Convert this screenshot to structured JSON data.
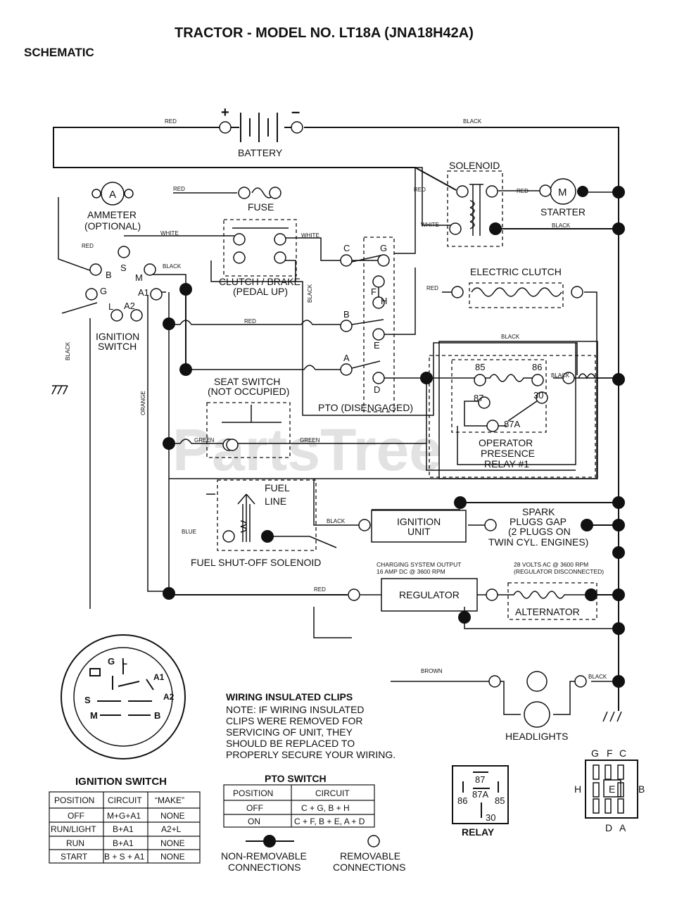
{
  "title": "TRACTOR - MODEL NO. LT18A (JNA18H42A)",
  "subtitle": "SCHEMATIC",
  "watermark": "PartsTree",
  "components": {
    "battery": "BATTERY",
    "battery_pos": "+",
    "battery_neg": "–",
    "fuse": "FUSE",
    "ammeter": "AMMETER",
    "ammeter_note": "(OPTIONAL)",
    "ammeter_symbol": "A",
    "solenoid": "SOLENOID",
    "starter": "STARTER",
    "starter_symbol": "M",
    "clutch_brake": "CLUTCH / BRAKE",
    "clutch_brake_note": "(PEDAL UP)",
    "electric_clutch": "ELECTRIC CLUTCH",
    "ignition_switch": "IGNITION",
    "ignition_switch_2": "SWITCH",
    "seat_switch": "SEAT SWITCH",
    "seat_switch_note": "(NOT OCCUPIED)",
    "pto": "PTO (DISENGAGED)",
    "relay_line1": "OPERATOR",
    "relay_line2": "PRESENCE",
    "relay_line3": "RELAY #1",
    "fuel_line1": "FUEL",
    "fuel_line2": "LINE",
    "fuel_solenoid": "FUEL SHUT-OFF SOLENOID",
    "ignition_unit_1": "IGNITION",
    "ignition_unit_2": "UNIT",
    "spark_1": "SPARK",
    "spark_2": "PLUGS GAP",
    "spark_3": "(2 PLUGS ON",
    "spark_4": "TWIN CYL. ENGINES)",
    "regulator": "REGULATOR",
    "alternator": "ALTERNATOR",
    "charging_1": "CHARGING SYSTEM OUTPUT",
    "charging_2": "16 AMP DC @ 3600 RPM",
    "ac_1": "28 VOLTS AC @ 3600 RPM",
    "ac_2": "(REGULATOR DISCONNECTED)",
    "headlights": "HEADLIGHTS"
  },
  "terminals": {
    "ign": [
      "B",
      "S",
      "M",
      "G",
      "A1",
      "L",
      "A2"
    ],
    "pto": [
      "C",
      "G",
      "F",
      "H",
      "B",
      "E",
      "A",
      "D"
    ],
    "relay": [
      "85",
      "86",
      "87",
      "30",
      "87A"
    ]
  },
  "wires": {
    "red": "RED",
    "black": "BLACK",
    "white": "WHITE",
    "green": "GREEN",
    "orange": "ORANGE",
    "blue": "BLUE",
    "brown": "BROWN"
  },
  "note": {
    "title": "WIRING INSULATED CLIPS",
    "lines": [
      "NOTE: IF WIRING INSULATED",
      "CLIPS WERE REMOVED FOR",
      "SERVICING OF UNIT, THEY",
      "SHOULD BE REPLACED TO",
      "PROPERLY SECURE YOUR WIRING."
    ]
  },
  "ignition_detail": {
    "title": "IGNITION SWITCH",
    "letters": [
      "G",
      "L",
      "A1",
      "S",
      "A2",
      "M",
      "B"
    ]
  },
  "ignition_table": {
    "headers": [
      "POSITION",
      "CIRCUIT",
      "“MAKE”"
    ],
    "rows": [
      [
        "OFF",
        "M+G+A1",
        "NONE"
      ],
      [
        "RUN/LIGHT",
        "B+A1",
        "A2+L"
      ],
      [
        "RUN",
        "B+A1",
        "NONE"
      ],
      [
        "START",
        "B + S + A1",
        "NONE"
      ]
    ]
  },
  "pto_table": {
    "title": "PTO SWITCH",
    "headers": [
      "POSITION",
      "CIRCUIT"
    ],
    "rows": [
      [
        "OFF",
        "C + G, B + H"
      ],
      [
        "ON",
        "C + F, B + E, A + D"
      ]
    ]
  },
  "legend": {
    "non_removable_1": "NON-REMOVABLE",
    "non_removable_2": "CONNECTIONS",
    "removable_1": "REMOVABLE",
    "removable_2": "CONNECTIONS"
  },
  "relay_detail": {
    "label": "RELAY",
    "pins": [
      "87",
      "86",
      "87A",
      "85",
      "30"
    ]
  },
  "pto_detail": {
    "top": [
      "G",
      "F",
      "C"
    ],
    "left": "H",
    "center": "E",
    "right": "B",
    "bottom": [
      "D",
      "A"
    ]
  }
}
